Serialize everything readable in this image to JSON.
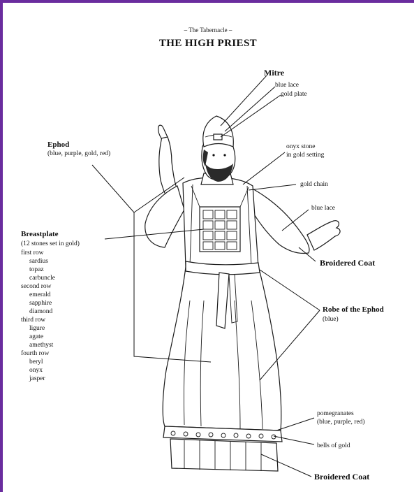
{
  "header": {
    "subtitle": "– The Tabernacle –",
    "title": "THE HIGH PRIEST"
  },
  "labels": {
    "mitre": "Mitre",
    "mitre_blue_lace": "blue lace",
    "mitre_gold_plate": "gold plate",
    "ephod": "Ephod",
    "ephod_colors": "(blue, purple, gold, red)",
    "onyx_1": "onyx stone",
    "onyx_2": "in gold setting",
    "gold_chain": "gold chain",
    "blue_lace": "blue lace",
    "breastplate": "Breastplate",
    "breastplate_note": "(12 stones set in gold)",
    "broidered_coat_upper": "Broidered Coat",
    "robe": "Robe of the Ephod",
    "robe_color": "(blue)",
    "pomegranates_1": "pomegranates",
    "pomegranates_2": "(blue, purple, red)",
    "bells": "bells of gold",
    "broidered_coat_lower": "Broidered Coat"
  },
  "stones": [
    "first row",
    "sardius",
    "topaz",
    "carbuncle",
    "second row",
    "emerald",
    "sapphire",
    "diamond",
    "third row",
    "ligure",
    "agate",
    "amethyst",
    "fourth row",
    "beryl",
    "onyx",
    "jasper"
  ],
  "colors": {
    "frame": "#6a2c9e"
  }
}
